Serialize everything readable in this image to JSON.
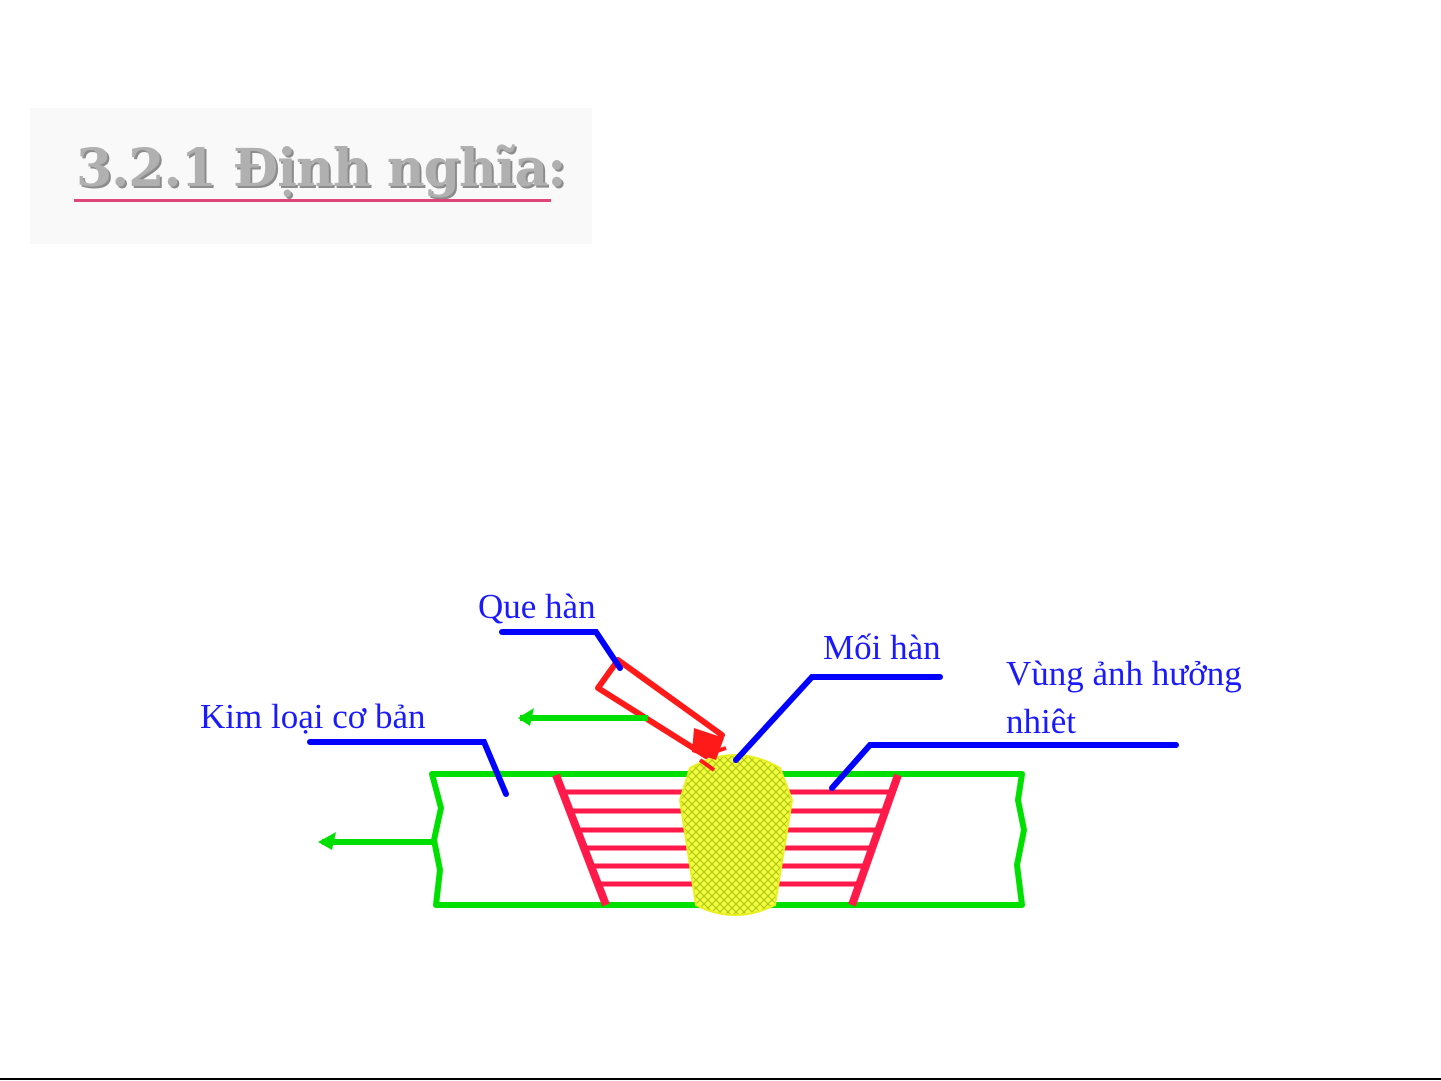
{
  "slide": {
    "title": "3.2.1 Định nghĩa:"
  },
  "diagram": {
    "labels": {
      "electrode": "Que hàn",
      "weld": "Mối hàn",
      "haz_line1": "Vùng ảnh hưởng",
      "haz_line2": "nhiêt",
      "base_metal": "Kim loại cơ bản"
    },
    "colors": {
      "base_metal": "#00e000",
      "heat_affected_zone": "#ff1a4a",
      "weld": "#f0ff40",
      "electrode": "#ff1a1a",
      "label_text": "#1a1aff",
      "leader": "#0000ff"
    }
  }
}
